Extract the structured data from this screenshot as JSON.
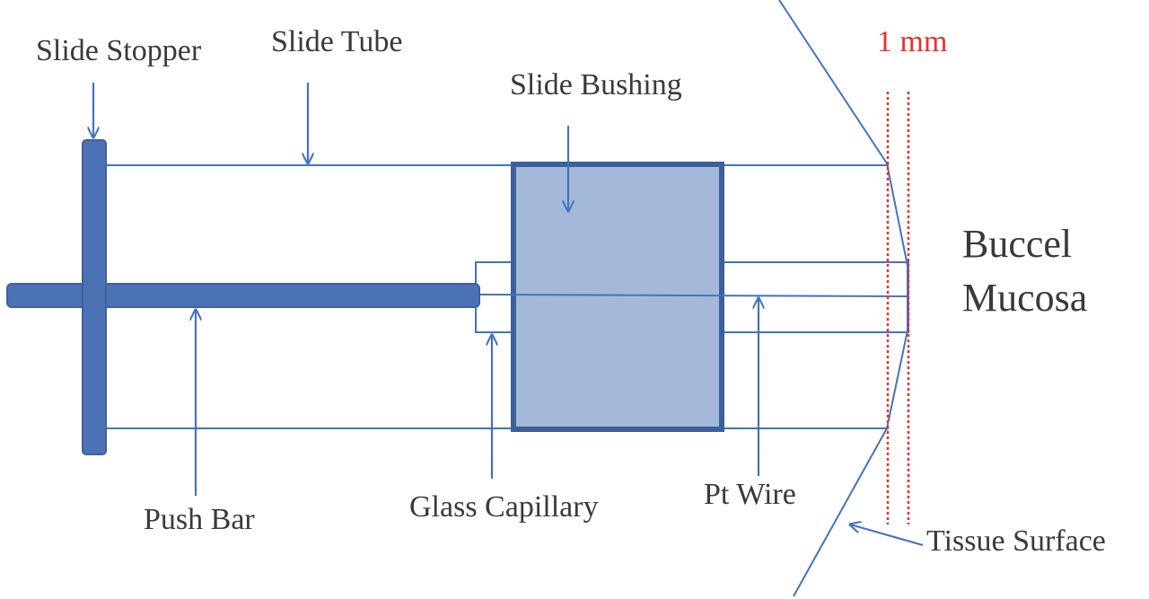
{
  "labels": {
    "slide_stopper": "Slide Stopper",
    "slide_tube": "Slide Tube",
    "slide_bushing": "Slide Bushing",
    "one_mm": "1 mm",
    "buccel": "Buccel",
    "mucosa": "Mucosa",
    "push_bar": "Push Bar",
    "glass_capillary": "Glass Capillary",
    "pt_wire": "Pt Wire",
    "tissue_surface": "Tissue Surface"
  },
  "colors": {
    "outline": "#4472c4",
    "part_fill": "#4a72b5",
    "part_stroke": "#3d61a0",
    "bushing_fill": "#a4b9d9",
    "bushing_stroke": "#3d5f9c",
    "dimension_red": "#e8312a",
    "text": "#3a3a3a"
  }
}
